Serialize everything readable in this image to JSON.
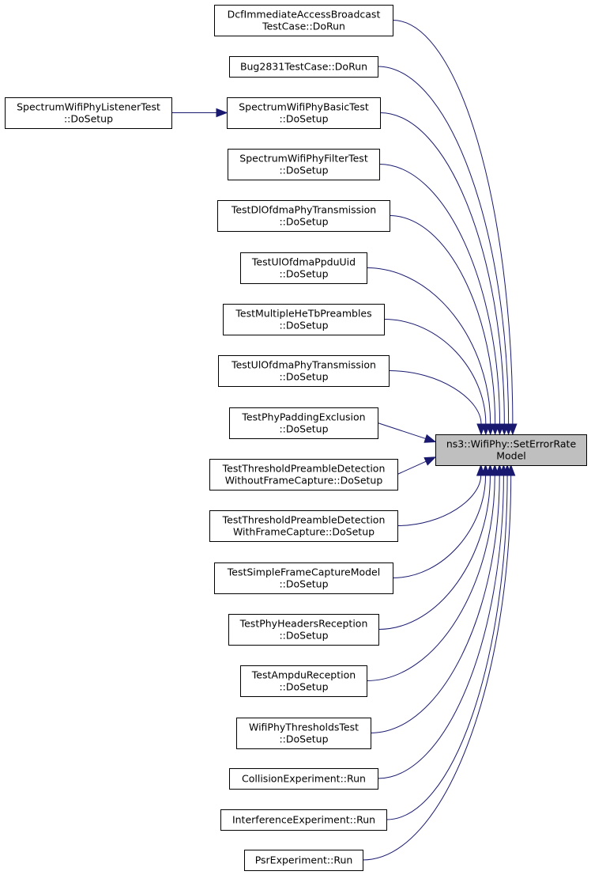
{
  "graph": {
    "edge_color": "#191970",
    "target_fill": "#bfbfbf",
    "target": {
      "id": "target",
      "lines": [
        "ns3::WifiPhy::SetErrorRate",
        "Model"
      ]
    },
    "nodes": [
      {
        "id": "n1",
        "lines": [
          "DcfImmediateAccessBroadcast",
          "TestCase::DoRun"
        ]
      },
      {
        "id": "n2",
        "lines": [
          "Bug2831TestCase::DoRun"
        ]
      },
      {
        "id": "n3",
        "lines": [
          "SpectrumWifiPhyBasicTest",
          "::DoSetup"
        ]
      },
      {
        "id": "n4",
        "lines": [
          "SpectrumWifiPhyFilterTest",
          "::DoSetup"
        ]
      },
      {
        "id": "n5",
        "lines": [
          "TestDlOfdmaPhyTransmission",
          "::DoSetup"
        ]
      },
      {
        "id": "n6",
        "lines": [
          "TestUlOfdmaPpduUid",
          "::DoSetup"
        ]
      },
      {
        "id": "n7",
        "lines": [
          "TestMultipleHeTbPreambles",
          "::DoSetup"
        ]
      },
      {
        "id": "n8",
        "lines": [
          "TestUlOfdmaPhyTransmission",
          "::DoSetup"
        ]
      },
      {
        "id": "n9",
        "lines": [
          "TestPhyPaddingExclusion",
          "::DoSetup"
        ]
      },
      {
        "id": "n10",
        "lines": [
          "TestThresholdPreambleDetection",
          "WithoutFrameCapture::DoSetup"
        ]
      },
      {
        "id": "n11",
        "lines": [
          "TestThresholdPreambleDetection",
          "WithFrameCapture::DoSetup"
        ]
      },
      {
        "id": "n12",
        "lines": [
          "TestSimpleFrameCaptureModel",
          "::DoSetup"
        ]
      },
      {
        "id": "n13",
        "lines": [
          "TestPhyHeadersReception",
          "::DoSetup"
        ]
      },
      {
        "id": "n14",
        "lines": [
          "TestAmpduReception",
          "::DoSetup"
        ]
      },
      {
        "id": "n15",
        "lines": [
          "WifiPhyThresholdsTest",
          "::DoSetup"
        ]
      },
      {
        "id": "n16",
        "lines": [
          "CollisionExperiment::Run"
        ]
      },
      {
        "id": "n17",
        "lines": [
          "InterferenceExperiment::Run"
        ]
      },
      {
        "id": "n18",
        "lines": [
          "PsrExperiment::Run"
        ]
      },
      {
        "id": "n0",
        "lines": [
          "SpectrumWifiPhyListenerTest",
          "::DoSetup"
        ]
      }
    ],
    "edges": [
      {
        "from": "n1",
        "to": "target"
      },
      {
        "from": "n2",
        "to": "target"
      },
      {
        "from": "n3",
        "to": "target"
      },
      {
        "from": "n4",
        "to": "target"
      },
      {
        "from": "n5",
        "to": "target"
      },
      {
        "from": "n6",
        "to": "target"
      },
      {
        "from": "n7",
        "to": "target"
      },
      {
        "from": "n8",
        "to": "target"
      },
      {
        "from": "n9",
        "to": "target"
      },
      {
        "from": "n10",
        "to": "target"
      },
      {
        "from": "n11",
        "to": "target"
      },
      {
        "from": "n12",
        "to": "target"
      },
      {
        "from": "n13",
        "to": "target"
      },
      {
        "from": "n14",
        "to": "target"
      },
      {
        "from": "n15",
        "to": "target"
      },
      {
        "from": "n16",
        "to": "target"
      },
      {
        "from": "n17",
        "to": "target"
      },
      {
        "from": "n18",
        "to": "target"
      },
      {
        "from": "n0",
        "to": "n3"
      }
    ]
  }
}
